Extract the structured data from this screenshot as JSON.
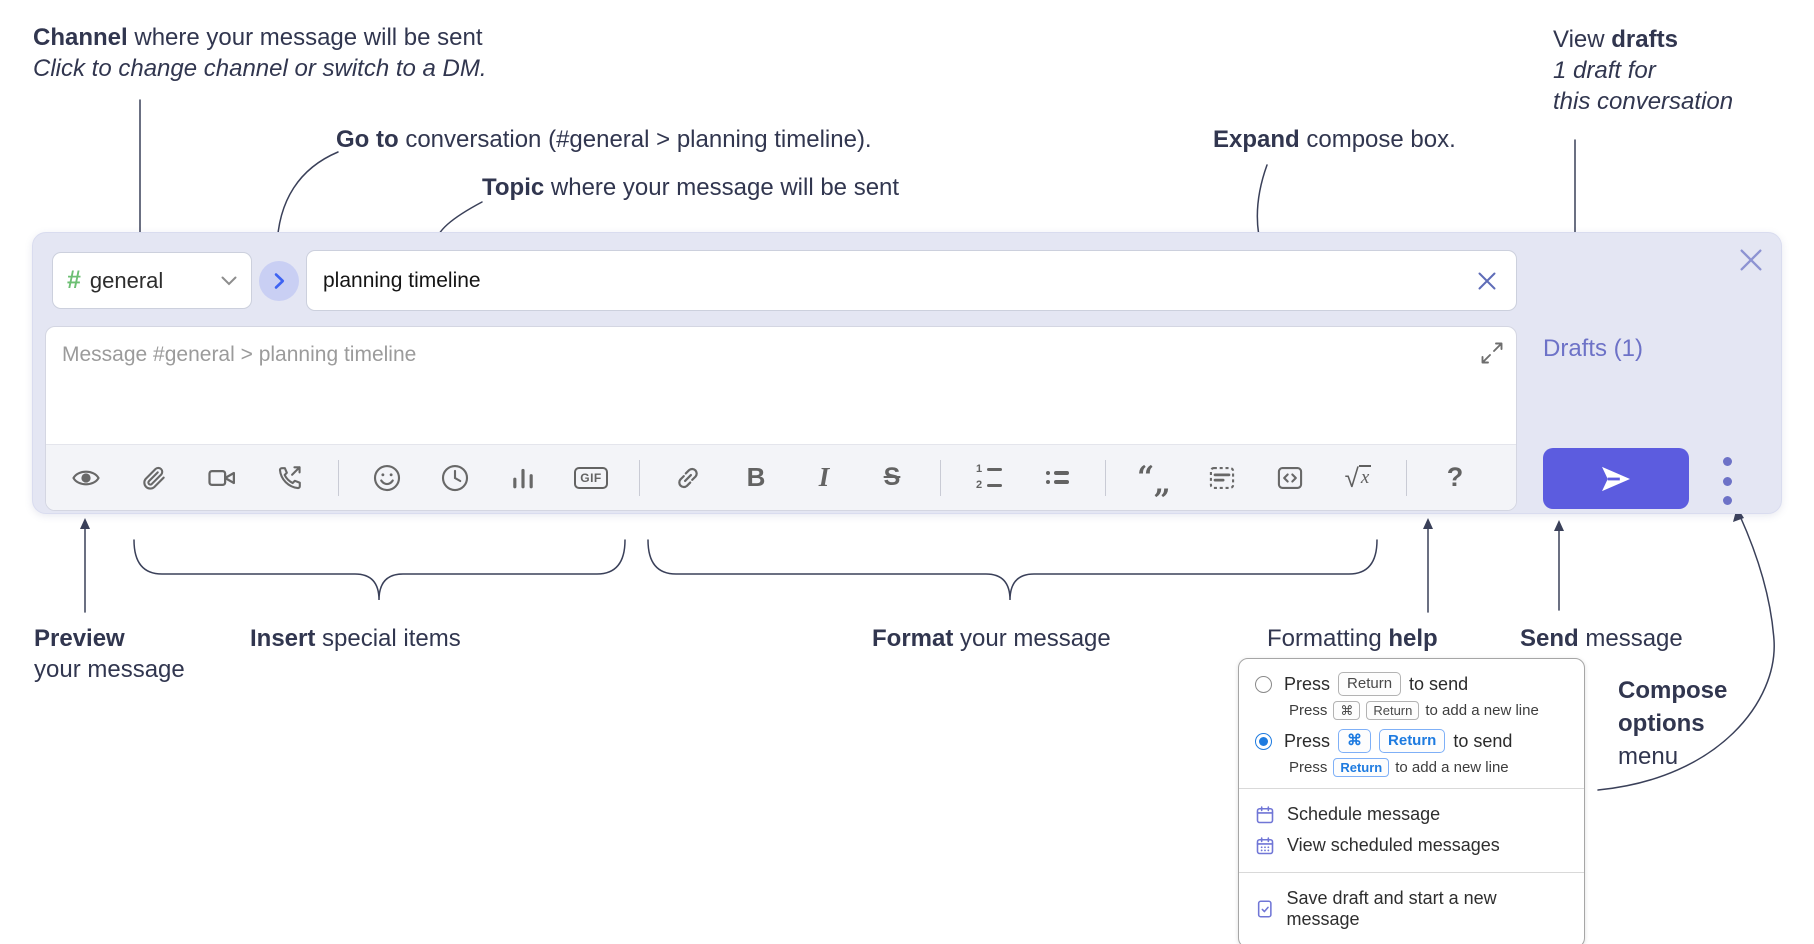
{
  "annotations": {
    "channel": {
      "bold": "Channel",
      "rest": " where your message will be sent",
      "italic": "Click to change channel or switch to a DM."
    },
    "goto": {
      "bold": "Go to",
      "rest": " conversation (#general > planning timeline)."
    },
    "topic": {
      "bold": "Topic",
      "rest": " where your message will be sent"
    },
    "expand": {
      "bold": "Expand",
      "rest": " compose box."
    },
    "view_drafts": {
      "pre": "View ",
      "bold": "drafts",
      "line2": "1 draft for",
      "line3": "this conversation"
    },
    "preview": {
      "bold": "Preview",
      "line2": "your message"
    },
    "insert": {
      "bold": "Insert",
      "rest": " special items"
    },
    "format": {
      "bold": "Format",
      "rest": " your message"
    },
    "help": {
      "pre": "Formatting ",
      "bold": "help"
    },
    "send": {
      "bold": "Send",
      "rest": " message"
    },
    "compose_options": {
      "line1": "Compose",
      "line2": "options",
      "line3": "menu"
    }
  },
  "compose": {
    "channel_hash": "#",
    "channel_name": "general",
    "topic_value": "planning timeline",
    "message_placeholder": "Message #general > planning timeline",
    "drafts_link": "Drafts (1)"
  },
  "toolbar": {
    "gif": "GIF",
    "bold": "B",
    "italic": "I",
    "strike": "S",
    "ol_1": "1",
    "ol_2": "2",
    "quote_open": "“",
    "quote_close": "„",
    "math_root": "√",
    "math_x": "x",
    "help": "?"
  },
  "popup": {
    "option_return": {
      "press": "Press",
      "kbd": "Return",
      "suffix": "to send",
      "sub_press": "Press",
      "sub_kbd_cmd": "⌘",
      "sub_kbd": "Return",
      "sub_suffix": "to add a new line",
      "selected": false
    },
    "option_cmd_return": {
      "press": "Press",
      "kbd_cmd": "⌘",
      "kbd": "Return",
      "suffix": "to send",
      "sub_press": "Press",
      "sub_kbd": "Return",
      "sub_suffix": "to add a new line",
      "selected": true
    },
    "items": [
      {
        "label": "Schedule message"
      },
      {
        "label": "View scheduled messages"
      },
      {
        "label": "Save draft and start a new message"
      }
    ]
  },
  "colors": {
    "accent_send": "#5c5cdf",
    "compose_bg": "#e4e6f3",
    "link": "#6d72c7",
    "channel_green": "#6cbf73",
    "kbd_blue": "#1e7be0"
  }
}
